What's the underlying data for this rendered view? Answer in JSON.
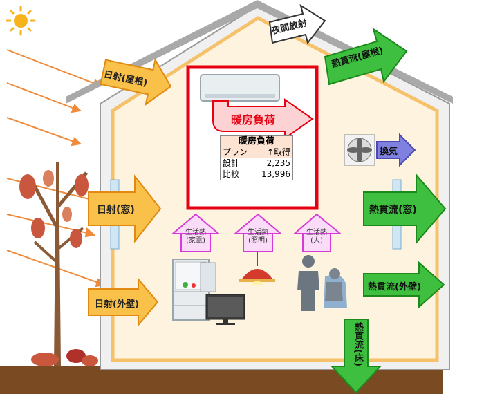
{
  "labels": {
    "solar_roof": "日射(屋根)",
    "night_radiation": "夜間放射",
    "heat_roof": "熱貫流(屋根)",
    "heating_load": "暖房負荷",
    "ventilation": "換気",
    "solar_window": "日射(窓)",
    "heat_window": "熱貫流(窓)",
    "solar_wall": "日射(外壁)",
    "heat_wall": "熱貫流(外壁)",
    "heat_floor": "熱貫流(床)",
    "living_heat_appliances": [
      "生活熱",
      "(家電)"
    ],
    "living_heat_lighting": [
      "生活熱",
      "(照明)"
    ],
    "living_heat_people": [
      "生活熱",
      "(人)"
    ]
  },
  "table": {
    "title": "暖房負荷",
    "header": [
      "プラン",
      "↑取得"
    ],
    "rows": [
      {
        "label": "設計",
        "value": "2,235"
      },
      {
        "label": "比較",
        "value": "13,996"
      }
    ]
  },
  "colors": {
    "orange_fill": "#f9c04a",
    "orange_stroke": "#e08a12",
    "green_fill": "#3fbf3f",
    "green_stroke": "#1b8a1b",
    "red_frame": "#e60012",
    "magenta": "#d73bd7",
    "blue_arrow": "#6b6bd6",
    "house_inner": "#fdf3df",
    "ground": "#7a4a22"
  },
  "icons": [
    "sun-icon",
    "air-conditioner-icon",
    "fan-icon",
    "refrigerator-icon",
    "tv-icon",
    "pendant-lamp-icon",
    "people-icon",
    "tree-icon"
  ]
}
